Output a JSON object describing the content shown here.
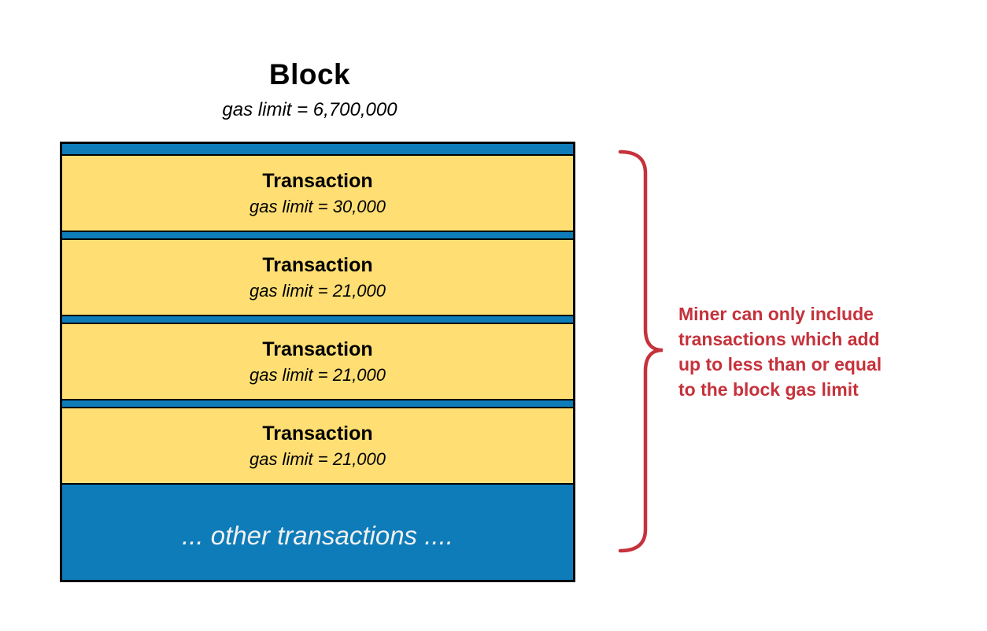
{
  "diagram": {
    "title": "Block",
    "subtitle": "gas limit = 6,700,000",
    "transactions": [
      {
        "label": "Transaction",
        "gas": "gas limit = 30,000"
      },
      {
        "label": "Transaction",
        "gas": "gas limit = 21,000"
      },
      {
        "label": "Transaction",
        "gas": "gas limit = 21,000"
      },
      {
        "label": "Transaction",
        "gas": "gas limit = 21,000"
      }
    ],
    "other_transactions": "... other transactions ....",
    "annotation": {
      "text": "Miner can only include transactions which add up to less than or equal to the block gas limit",
      "lines": [
        "Miner can only include",
        "transactions which add",
        "up to less than or equal",
        "to the block gas limit"
      ]
    },
    "colors": {
      "block_blue": "#0E7CB8",
      "transaction_yellow": "#FFDE73",
      "border_black": "#000000",
      "annotation_red": "#C5323C",
      "other_text": "#F0F0F0"
    }
  }
}
